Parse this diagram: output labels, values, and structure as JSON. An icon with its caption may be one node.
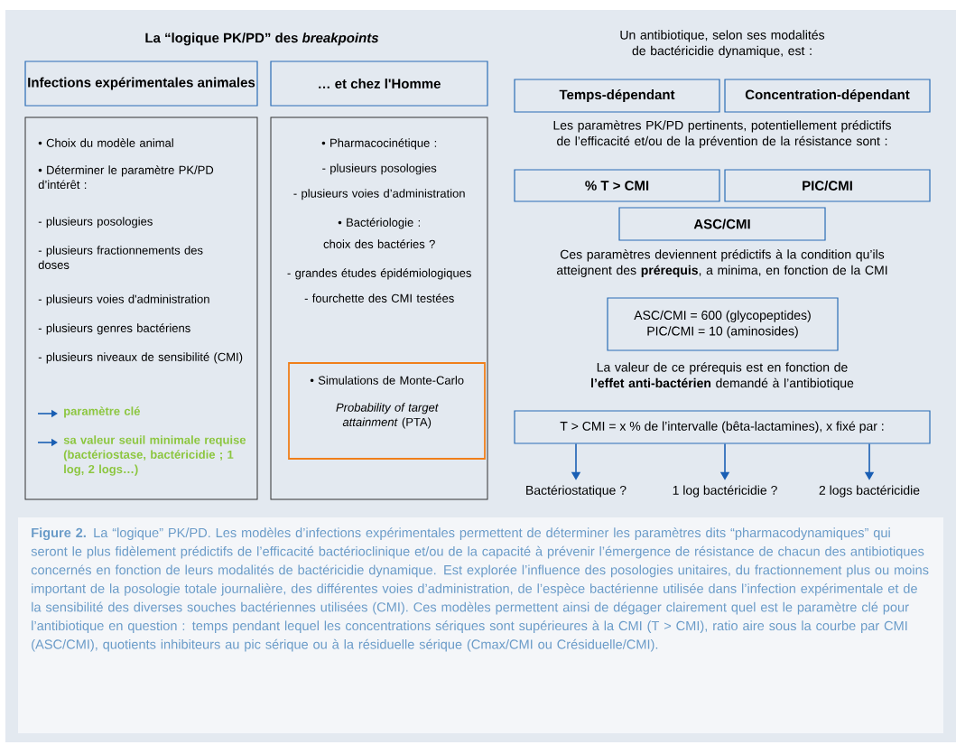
{
  "diagram": {
    "title": "La “logique PK/PD” des *breakpoints*",
    "nodes": [
      {
        "text": [
          "Infections expérimentales animales"
        ]
      },
      {
        "text": [
          "… et chez l'Homme"
        ]
      },
      {
        "text": [
          "• Choix du modèle animal",
          "• Déterminer le paramètre PK/PD d’intérêt :",
          "- plusieurs posologies",
          "- plusieurs fractionnements des doses",
          "- plusieurs voies d'administration",
          "- plusieurs genres bactériens",
          "- plusieurs niveaux de sensibilité (CMI)",
          "paramètre clé",
          "sa valeur seuil minimale requise (bactériostase, bactéricidie ; 1 log, 2 logs…)"
        ]
      },
      {
        "text": [
          "• Pharmacocinétique :",
          "- plusieurs posologies",
          "- plusieurs voies d’administration",
          "• Bactériologie :",
          "choix des bactéries ?",
          "- grandes études épidémiologiques",
          "- fourchette des CMI testées"
        ]
      },
      {
        "text": [
          "• Simulations de Monte-Carlo",
          "*Probability of target attainment* (PTA)"
        ],
        "in": 3
      },
      {
        "text": [
          "Temps-dépendant"
        ]
      },
      {
        "text": [
          "Concentration-dépendant"
        ]
      },
      {
        "text": [
          "% T > CMI"
        ]
      },
      {
        "text": [
          "PIC/CMI"
        ]
      },
      {
        "text": [
          "ASC/CMI"
        ]
      },
      {
        "text": [
          "ASC/CMI = 600 (glycopeptides)",
          "PIC/CMI = 10 (aminosides)"
        ]
      },
      {
        "text": [
          "T > CMI = x % de l’intervalle (bêta-lactamines),  x fixé par :"
        ]
      },
      {
        "text": [
          "Bactériostatique ?"
        ]
      },
      {
        "text": [
          "1 log bactéricidie ?"
        ]
      },
      {
        "text": [
          "2 logs bactéricidie"
        ]
      }
    ],
    "edges": [
      {
        "from": 11,
        "to": 12,
        "arrow": "to"
      },
      {
        "from": 11,
        "to": 13,
        "arrow": "to"
      },
      {
        "from": 11,
        "to": 14,
        "arrow": "to"
      }
    ],
    "labels": [
      "Un antibiotique, selon ses modalités de bactéricidie dynamique, est :",
      "Les paramètres PK/PD pertinents, potentiellement prédictifs de l’efficacité et/ou de la prévention de la résistance sont :",
      "Ces paramètres deviennent prédictifs à la condition qu’ils atteignent des **prérequis**, a minima, en fonction de la CMI",
      "La valeur de ce prérequis est en fonction de **l’effet anti-bactérien** demandé à l’antibiotique"
    ],
    "caption": "**Figure 2.** La “logique” PK/PD. Les modèles d’infections expérimentales permettent de déterminer les paramètres dits “pharmacodynamiques” qui seront le plus fidèlement prédictifs de l’efficacité bactérioclinique et/ou de la capacité à prévenir l’émergence de résistance de chacun des antibiotiques concernés en fonction de leurs modalités de bactéricidie dynamique. Est explorée l’influence des posologies unitaires, du fractionnement plus ou moins important de la posologie totale journalière, des différentes voies d’administration, de l’espèce bactérienne utilisée dans l’infection expérimentale et de la sensibilité des diverses souches bactériennes utilisées (CMI). Ces modèles permettent ainsi de dégager clairement quel est le paramètre clé pour l’antibiotique en question : temps pendant lequel les concentrations sériques sont supérieures à la CMI (T > CMI), ratio aire sous la courbe par CMI (ASC/CMI), quotients inhibiteurs au pic sérique ou à la résiduelle sérique (Cmax/CMI ou Crésiduelle/CMI)."
  }
}
